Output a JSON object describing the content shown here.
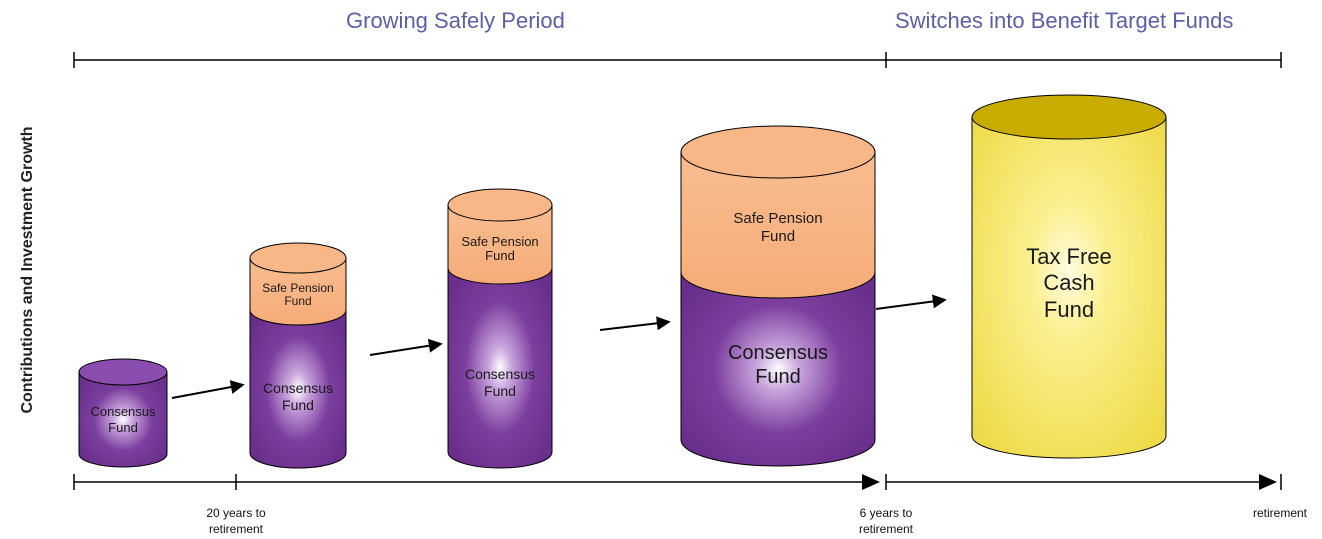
{
  "phases": {
    "growing": "Growing Safely Period",
    "switches": "Switches into Benefit Target Funds"
  },
  "y_axis_label": "Contributions and Investment Growth",
  "timeline_labels": {
    "twenty_years": [
      "20 years to",
      "retirement"
    ],
    "six_years": [
      "6 years to",
      "retirement"
    ],
    "retirement": "retirement"
  },
  "funds": {
    "consensus": [
      "Consensus",
      "Fund"
    ],
    "safe_pension": [
      "Safe Pension",
      "Fund"
    ],
    "tax_free": [
      "Tax Free",
      "Cash",
      "Fund"
    ]
  },
  "colors": {
    "consensus_purple": "#7b3a9e",
    "safe_pension_orange": "#f8b585",
    "tax_free_yellow": "#f5e66a",
    "tax_free_top": "#c8ad00",
    "phase_title_blue": "#5b5fa6"
  }
}
